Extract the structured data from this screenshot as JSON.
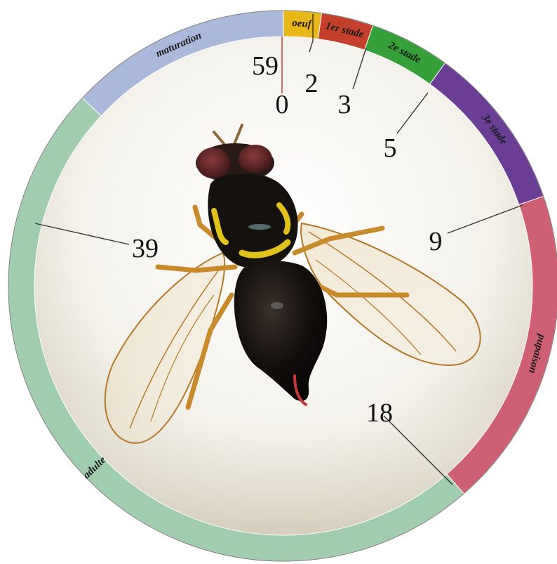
{
  "cycle_length": 59,
  "stages": [
    {
      "label": "oeuf",
      "start": 0,
      "end": 2,
      "color": "#e8b81a"
    },
    {
      "label": "1er stade",
      "start": 2,
      "end": 3,
      "color": "#c4402c"
    },
    {
      "label": "2e stade",
      "start": 3,
      "end": 5,
      "color": "#35a03a"
    },
    {
      "label": "3e stade",
      "start": 5,
      "end": 9,
      "color": "#6a3e95"
    },
    {
      "label": "pupaison",
      "start": 9,
      "end": 18,
      "color": "#cf5f72"
    },
    {
      "label": "adulte",
      "start": 18,
      "end": 39,
      "color": "#9fcdae"
    },
    {
      "label": "maturation",
      "start": 39,
      "end": 59,
      "color": "#a9b8db"
    }
  ],
  "day_markers": [
    {
      "value": "0",
      "color": "#c0392b"
    },
    {
      "value": "59",
      "color": "#111111"
    },
    {
      "value": "2",
      "color": "#111111"
    },
    {
      "value": "3",
      "color": "#111111"
    },
    {
      "value": "5",
      "color": "#111111"
    },
    {
      "value": "9",
      "color": "#111111"
    },
    {
      "value": "18",
      "color": "#111111"
    },
    {
      "value": "39",
      "color": "#111111"
    }
  ],
  "photo": {
    "subject": "fly",
    "body_color": "#14110f",
    "marking_color": "#e0c21a"
  }
}
